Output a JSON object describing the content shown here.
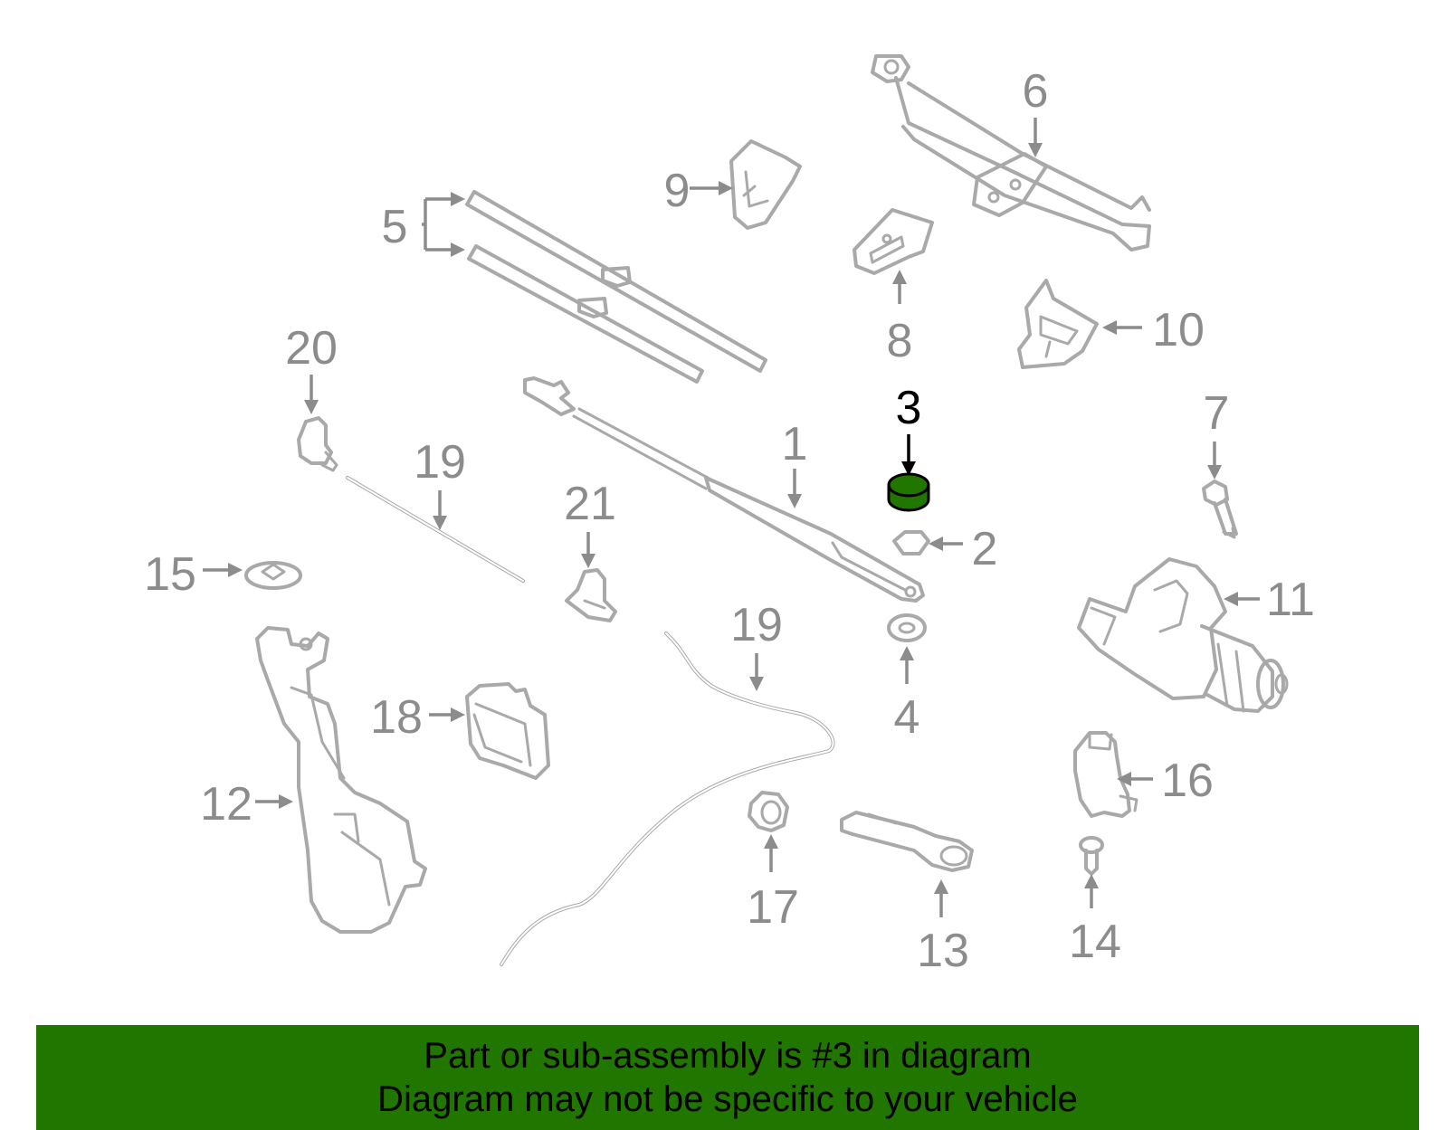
{
  "colors": {
    "highlight_fill": "#217600",
    "banner_background": "#217600",
    "part_stroke": "#a9a9a9",
    "label_color": "#8c8c8c",
    "highlight_label_color": "#000000"
  },
  "highlighted_part": "3",
  "callouts": {
    "p1": "1",
    "p2": "2",
    "p3": "3",
    "p4": "4",
    "p5": "5",
    "p6": "6",
    "p7": "7",
    "p8": "8",
    "p9": "9",
    "p10": "10",
    "p11": "11",
    "p12": "12",
    "p13": "13",
    "p14": "14",
    "p15": "15",
    "p16": "16",
    "p17": "17",
    "p18": "18",
    "p19a": "19",
    "p19b": "19",
    "p20": "20",
    "p21": "21"
  },
  "banner": {
    "line1": "Part or sub-assembly is #3 in diagram",
    "line2": "Diagram may not be specific to your vehicle"
  }
}
